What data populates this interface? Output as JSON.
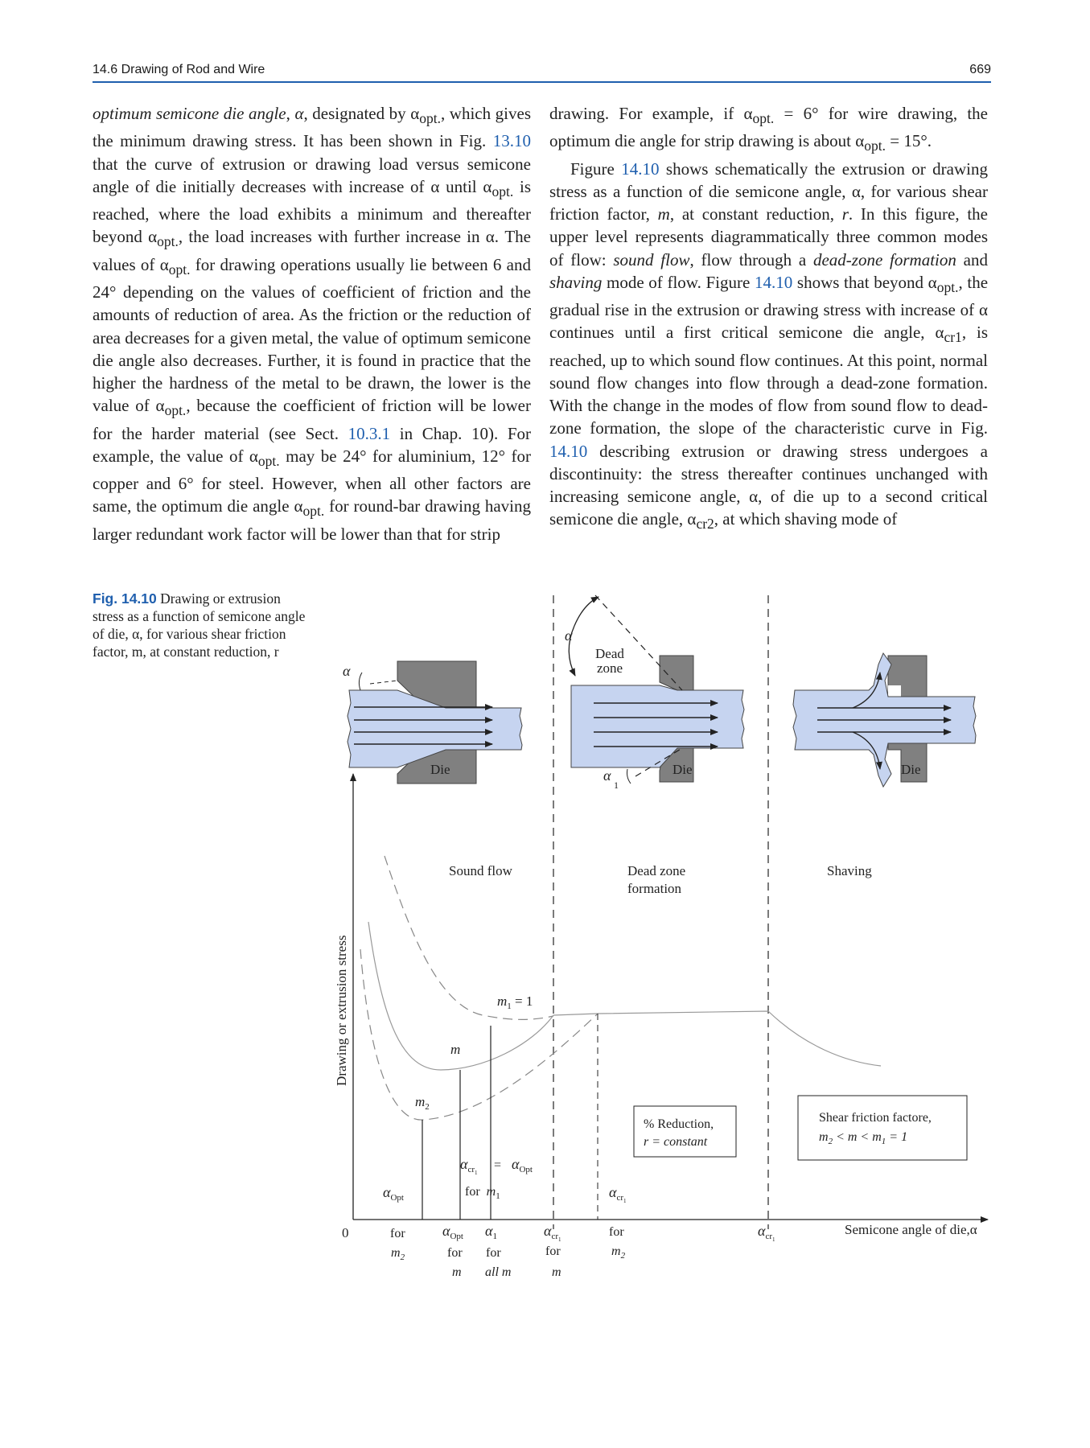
{
  "header": {
    "section": "14.6 Drawing of Rod and Wire",
    "page_number": "669"
  },
  "body_left": [
    "optimum semicone die angle, α, designated by α",
    "opt.",
    ", which gives the minimum drawing stress. It has been shown in Fig. ",
    "13.10",
    " that the curve of extrusion or drawing load versus semicone angle of die initially decreases with increase of α until α",
    "opt.",
    " is reached, where the load exhibits a minimum and thereafter beyond α",
    "opt.",
    ", the load increases with further increase in α. The values of α",
    "opt.",
    " for drawing operations usually lie between 6 and 24° depending on the values of coefficient of friction and the amounts of reduction of area. As the friction or the reduction of area decreases for a given metal, the value of optimum semicone die angle also decreases. Further, it is found in practice that the higher the hardness of the metal to be drawn, the lower is the value of α",
    "opt.",
    ", because the coefficient of friction will be lower for the harder material (see Sect. ",
    "10.3.1",
    " in Chap. 10). For example, the value of α",
    "opt.",
    " may be 24° for aluminium, 12° for copper and 6° for steel. However, when all other factors are same, the optimum die angle α",
    "opt.",
    " for round-bar drawing having larger redundant work factor will be lower than that for strip"
  ],
  "body_right_p1": [
    "drawing. For example, if α",
    "opt.",
    " = 6° for wire drawing, the optimum die angle for strip drawing is about α",
    "opt.",
    " = 15°."
  ],
  "body_right_p2": [
    "Figure ",
    "14.10",
    " shows schematically the extrusion or drawing stress as a function of die semicone angle, α, for various shear friction factor, ",
    "m",
    ", at constant reduction, ",
    "r",
    ". In this figure, the upper level represents diagrammatically three common modes of flow: ",
    "sound flow",
    ", flow through a ",
    "dead-zone formation",
    " and ",
    "shaving",
    " mode of flow. Figure ",
    "14.10",
    " shows that beyond α",
    "opt.",
    ", the gradual rise in the extrusion or drawing stress with increase of α continues until a first critical semicone die angle, α",
    "cr1",
    ", is reached, up to which sound flow continues. At this point, normal sound flow changes into flow through a dead-zone formation. With the change in the modes of flow from sound flow to dead-zone formation, the slope of the characteristic curve in Fig. ",
    "14.10",
    " describing extrusion or drawing stress undergoes a discontinuity: the stress thereafter continues unchanged with increasing semicone angle, α, of die up to a second critical semicone die angle, α",
    "cr2",
    ", at which shaving mode of"
  ],
  "caption": {
    "label": "Fig. 14.10",
    "text": "Drawing or extrusion stress as a function of semicone angle of die, α, for various shear friction factor, m, at constant reduction, r"
  },
  "figure": {
    "die_label": "Die",
    "alpha": "α",
    "alpha1": "α",
    "alpha1_sub": "1",
    "dead_zone_l1": "Dead",
    "dead_zone_l2": "zone",
    "mode_sound": "Sound flow",
    "mode_dead_l1": "Dead zone",
    "mode_dead_l2": "formation",
    "mode_shaving": "Shaving",
    "y_axis_label": "Drawing or extrusion stress",
    "x_axis_label": "Semicone angle of die,α",
    "origin": "0",
    "curve_m1": "m",
    "curve_m1_sub": "1",
    "curve_m1_eq": " = 1",
    "curve_m": "m",
    "curve_m2": "m",
    "curve_m2_sub": "2",
    "box1_l1": "% Reduction,",
    "box1_l2": "r = constant",
    "box2_l1": "Shear friction factore,",
    "box2_l2": "m",
    "box2_l2_rest": " < m < m",
    "box2_l2_end": " = 1",
    "sub2": "2",
    "sub1": "1",
    "sub_opt": "Opt",
    "sub_cr": "cr",
    "eq": "=",
    "for": "for",
    "m1": "m",
    "all_m": "all m",
    "m_ital": "m",
    "m2": "m"
  }
}
